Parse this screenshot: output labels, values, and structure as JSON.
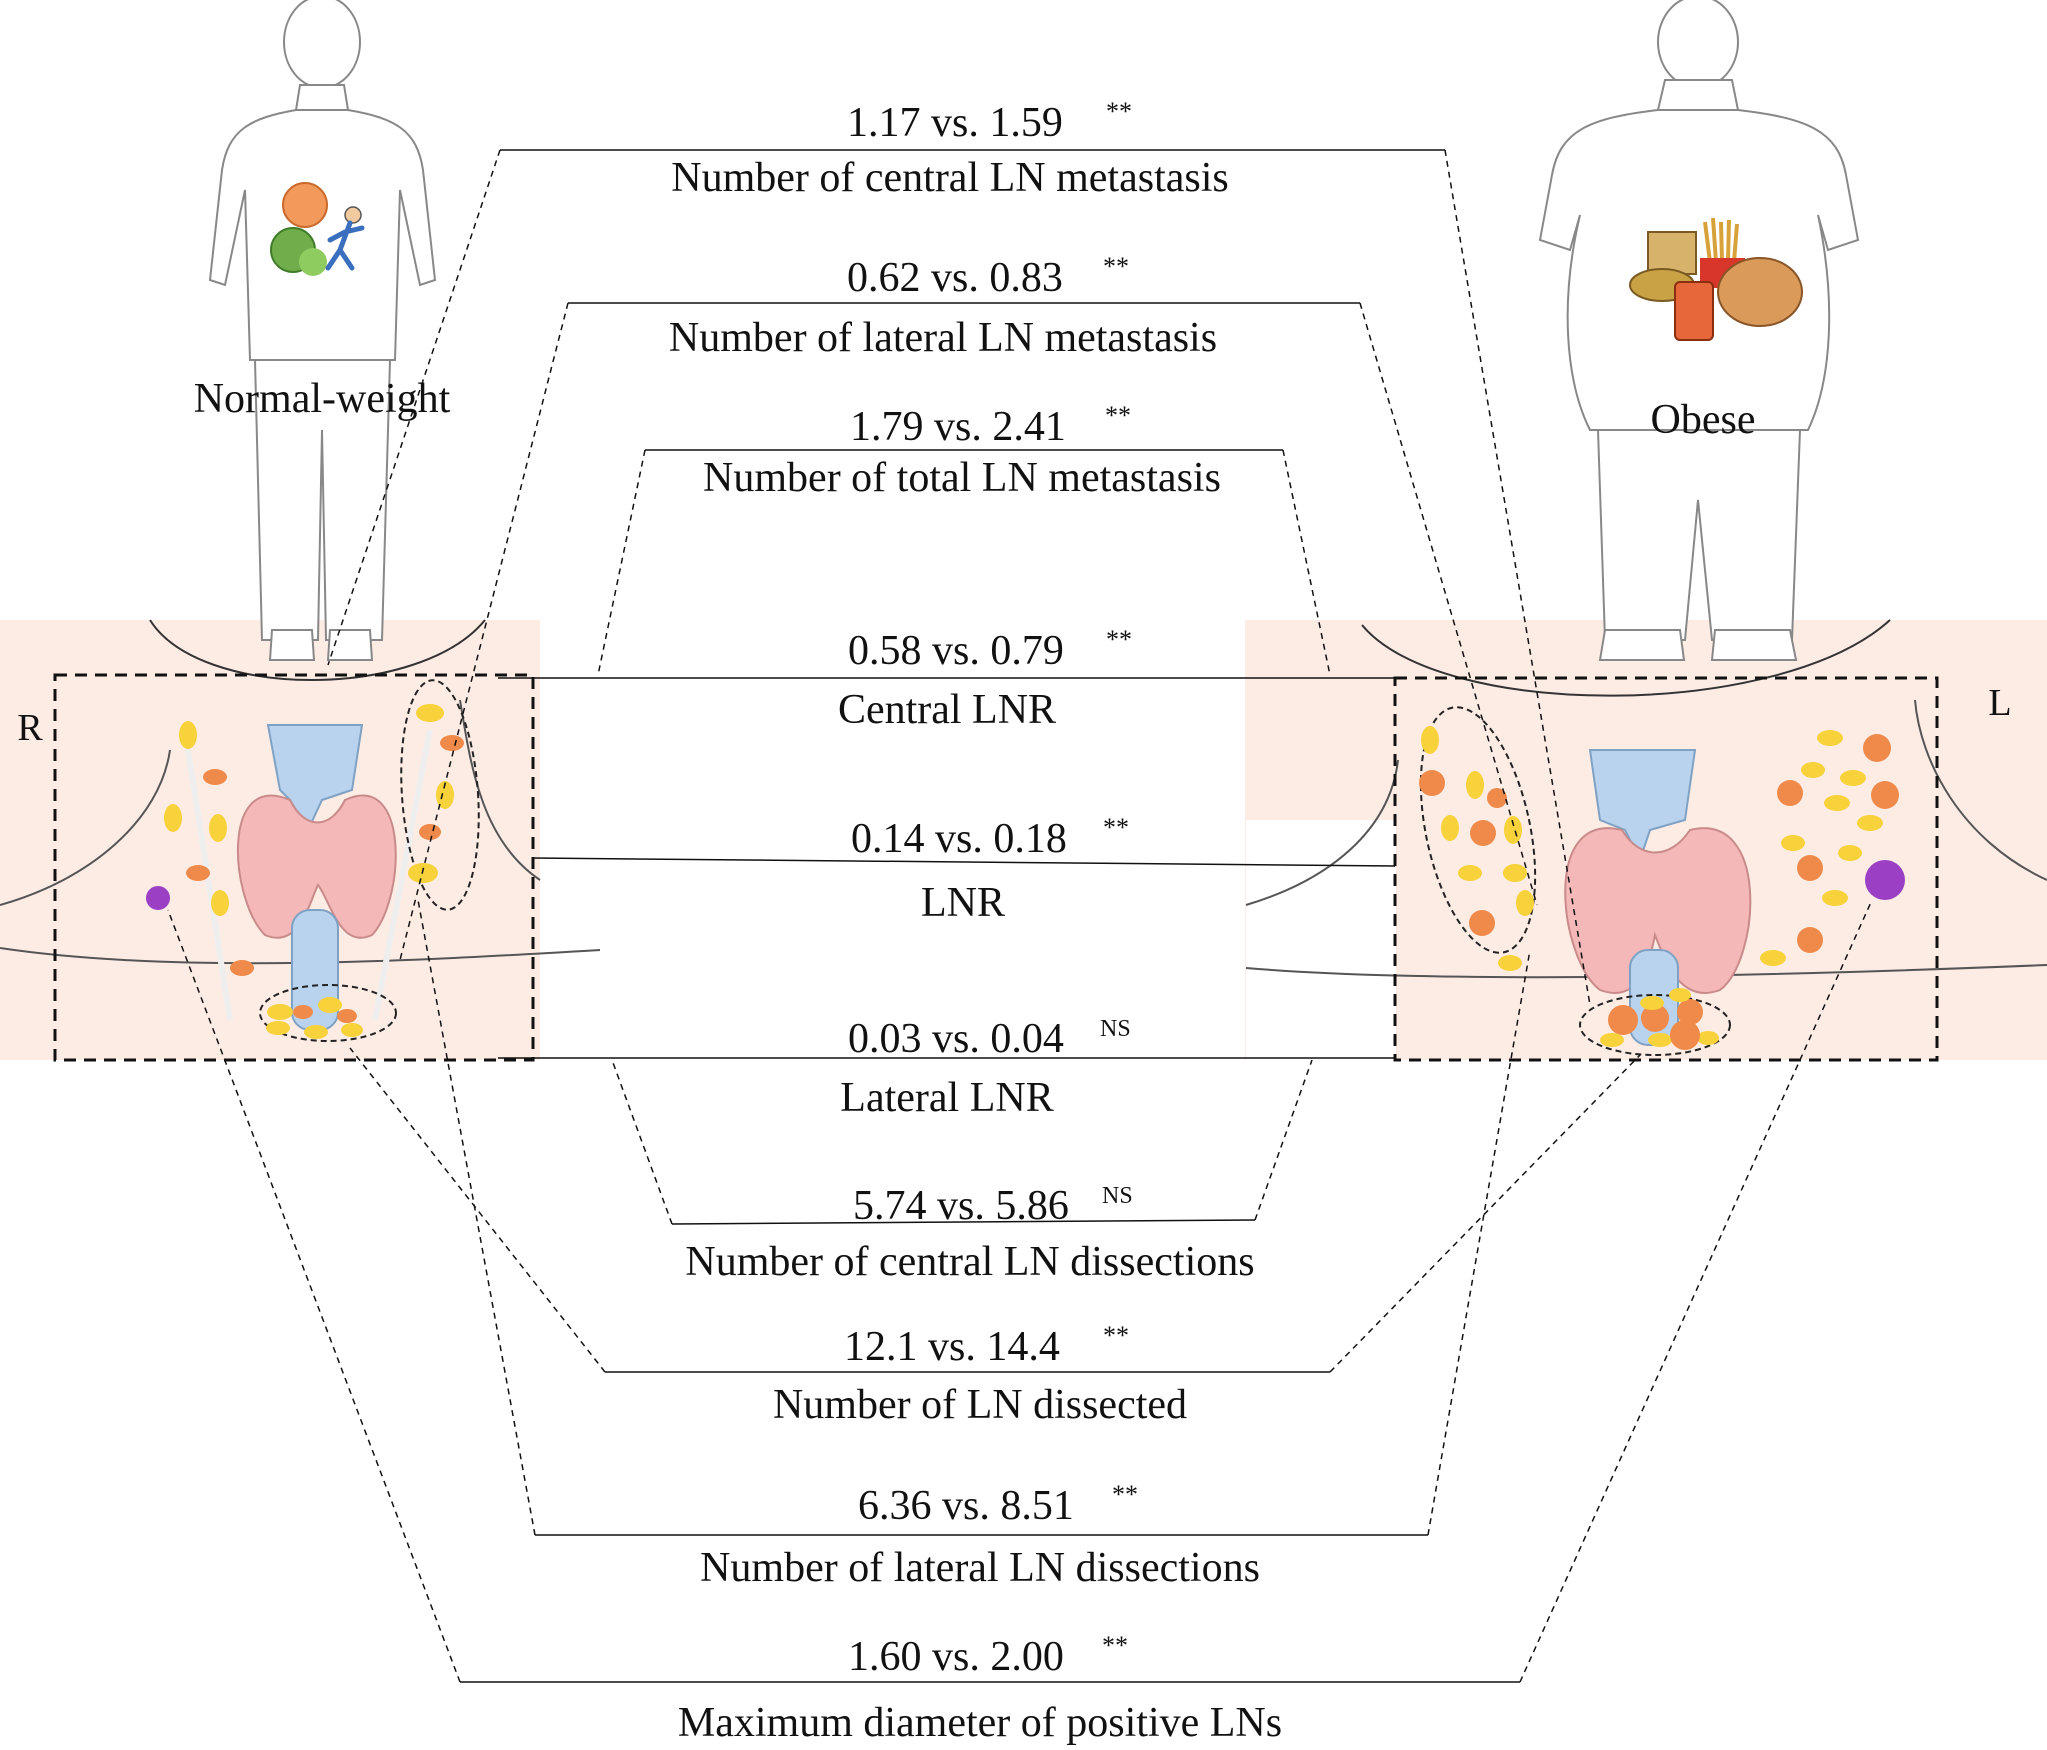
{
  "groups": {
    "left_label": "Normal-weight",
    "right_label": "Obese"
  },
  "side_labels": {
    "right_side": "R",
    "left_side": "L"
  },
  "comparisons": [
    {
      "value": "1.17 vs. 1.59",
      "sig": "**",
      "label": "Number of central LN metastasis"
    },
    {
      "value": "0.62 vs. 0.83",
      "sig": "**",
      "label": "Number of  lateral LN metastasis"
    },
    {
      "value": "1.79 vs. 2.41",
      "sig": "**",
      "label": "Number of total LN metastasis"
    },
    {
      "value": "0.58 vs. 0.79",
      "sig": "**",
      "label": "Central LNR"
    },
    {
      "value": "0.14 vs. 0.18",
      "sig": "**",
      "label": "LNR"
    },
    {
      "value": "0.03 vs. 0.04",
      "sig": "NS",
      "label": "Lateral LNR"
    },
    {
      "value": "5.74 vs. 5.86",
      "sig": "NS",
      "label": "Number of central LN dissections"
    },
    {
      "value": "12.1 vs. 14.4",
      "sig": "**",
      "label": "Number of LN dissected"
    },
    {
      "value": "6.36 vs. 8.51",
      "sig": "**",
      "label": "Number of  lateral LN dissections"
    },
    {
      "value": "1.60 vs. 2.00",
      "sig": "**",
      "label": "Maximum diameter of positive LNs"
    }
  ],
  "colors": {
    "skin": "#fdece4",
    "thyroid": "#f4b8b8",
    "cartilage": "#b9d3ee",
    "node_yellow": "#f7d23a",
    "node_orange": "#ef8a4a",
    "node_purple": "#9b3fc4"
  },
  "icons": [
    "person-normal-weight-icon",
    "person-obese-icon",
    "healthy-food-exercise-icon",
    "junk-food-icon",
    "neck-thyroid-illustration-icon"
  ]
}
